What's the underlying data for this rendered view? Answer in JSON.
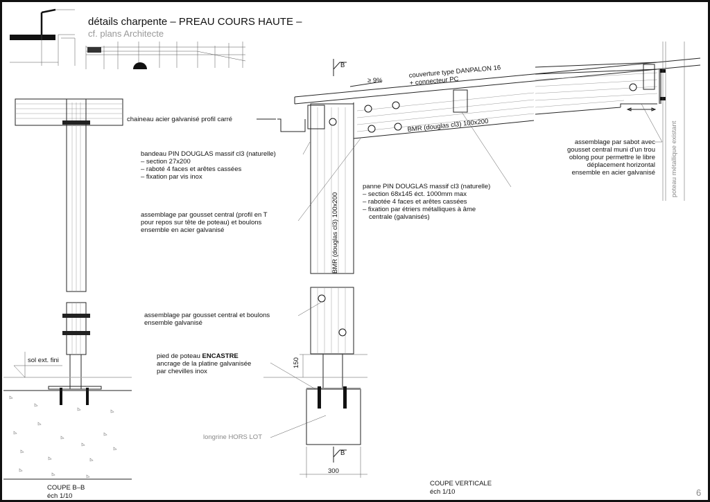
{
  "header": {
    "title": "détails charpente – PREAU COURS HAUTE –",
    "subtitle": "cf. plans Architecte"
  },
  "labels": {
    "roof_cover": "couverture type DANPALON 16",
    "roof_connector": "+ connecteur PC",
    "slope": "≥ 9%",
    "section_marker": "B",
    "beam_label": "BMR (douglas cl3) 100x200",
    "post_label": "BMR (douglas cl3) 100x200",
    "gutter": "chaineau acier galvanisé profil carré",
    "fascia": [
      "bandeau PIN DOUGLAS massif cl3 (naturelle)",
      "– section 27x200",
      "– raboté 4 faces et arêtes cassées",
      "– fixation par vis inox"
    ],
    "gusset_top": [
      "assemblage par gousset central (profil en T",
      "pour repos sur tête de poteau) et boulons",
      "ensemble en acier galvanisé"
    ],
    "purlin": [
      "panne PIN DOUGLAS massif cl3 (naturelle)",
      "– section 68x145 éct. 1000mm max",
      "– rabotée 4 faces et arêtes cassées",
      "– fixation par étriers métalliques à âme",
      "centrale (galvanisés)"
    ],
    "gusset_mid": [
      "assemblage par gousset central et boulons",
      "ensemble galvanisé"
    ],
    "post_foot": [
      "pied de poteau ",
      "ENCASTRE",
      "ancrage de la platine galvanisée",
      "par chevilles inox"
    ],
    "dim_150": "150",
    "dim_300": "300",
    "ground_beam": "longrine HORS LOT",
    "shoe": [
      "assemblage par sabot avec",
      "gousset central muni d'un trou",
      "oblong pour permettre le libre",
      "déplacement horizontal",
      "ensemble en acier galvanisé"
    ],
    "existing_post": "poteau métallique existant",
    "ground": "sol ext. fini"
  },
  "sections": {
    "bb": {
      "title": "COUPE B–B",
      "scale": "éch 1/10"
    },
    "vertical": {
      "title": "COUPE VERTICALE",
      "scale": "éch 1/10"
    }
  },
  "page_number": "6"
}
